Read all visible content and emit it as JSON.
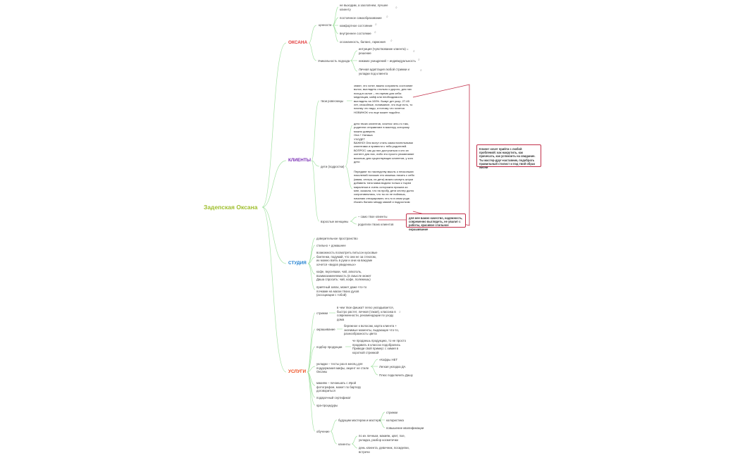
{
  "colors": {
    "branch": "#a6e3a6",
    "root": "#9fbf2e",
    "red": "#e23838",
    "purple": "#7a2fb5",
    "blue": "#1e7fd0",
    "orange": "#ee4a1a",
    "callout": "#c2304a"
  },
  "root": "Задепская Оксана",
  "branches": {
    "oksana": "ОКСАНА",
    "clients": "КЛИЕНТЫ",
    "studio": "СТУДИЯ",
    "services": "УСЛУГИ"
  },
  "oksana": {
    "values": "ценности",
    "v1": "не выходим, а захлопнем, лучшее клиенту",
    "v2": "постоянное самообразование",
    "v3": "комфортное состояние",
    "v4": "внутреннее состояние",
    "v5": "осознанность, баланс, гармония",
    "approach": "Уникальность подхода",
    "a1": "интуиция (чувствование клиента) = решение",
    "a2": "никаких ухищрений – индивидуальность",
    "a3": "Личная адаптация любой стрижки и укладки под клиента"
  },
  "clients": {
    "regulars": "твои ровесницы",
    "regulars_note": "знают, что хотят, важно сохранить состояние волос, выглядеть стильно и дорого, для них поход в салон – это время для себя: медитация, кайф или необходимость выглядеть на 100%. Бывут дет укор, 27-45 лет, спокойные, понимание, что еще есть, то почему что надо, а потому что хочется НОВИНОК что еще может подойти.",
    "kids": "дети (подростки)",
    "kids_note1": "дети твоих клиентов, хочется чего-то там, родители отправляют в мастеру, которому можно доверить\nОна + Наташа\nУХОДЕТ\nВАЖНО! Они могут стать самостоятельными клиентами и привести к тебя родителей. ВОПРОС: как до них достучаться и кто их контент для них, либо это просто упоминание вскользь для существующих клиентов, у кого дети",
    "kids_note2": "Передают по наследству мысль о нескольких поколений похожих это можешь писать с себя (мама, сестра, их дети) можно качнуть штуки добавить типа мама водила только к тыреи миралечки и очень осторожно пришла ко мне, сказала, что на пробу, дети сестер долго сопротивлялись, что ты их не пойлишь, начинаю отпарировать что-то в ином роде. Искать баланс между мамой и подростком",
    "adults": "взрослые женщины",
    "ad1": "– само твое клиенты",
    "ad2": "родители твоих клиентов",
    "callout1": "Клиент хочет прийти с любой проблемой: как накрутить, как причесать, как успокоить на свидание. Ты мастер-друг-наставник, подобрать правильный стилист и под твой образ жизни",
    "callout2": "для нее важно качество, надежность, современно выглядеть, не увалит с работы, красивое стильное окрашивание"
  },
  "studio": {
    "s1": "доверительное пространство",
    "s2": "стильно + домашнее",
    "s3": "возможность посмотреть питьсон кусковые бантенки, подумай, что они не за стеклом, их можно взять в руки и они на вакууме хочется «видов увиденных»",
    "s4": "кофе, вкусняшки, чай, алкоголь, взаимозаменяемость (в смысле может Даша спросить: чай, кофе, полежишь)",
    "s5": "приятный запах, может даже что-то почками на маски твоих духов (ассоциации с тобой)"
  },
  "services": {
    "cut": "стрижки",
    "cut_note": "в чем твое фишка? легко укладывается, быстро растет, личная (такая), классика в современности, рекомендации по уходу дома",
    "color": "окрашивание",
    "color_note": "бережное к волосам, карта клиента + значимые моменты, выдающие что-то, разнообразность цвета",
    "products": "подбор продукции",
    "products_note": "че продаешь продукцию, то не просто продавать в классах подобрались Приведи свой пример: с химия в короткой стрижкой",
    "styling": "укладки – тесты раз в месяц для поддержания мифы, акцент не стиле Оксаны",
    "st1": "«Кофры НЕТ",
    "st2": "Легкая укладка ДА",
    "st3": "Плюс подключить Дашу",
    "makeup": "макияж – почаешать с Ирой фотографом, может по бартеру договориться",
    "gift": "подарочный сертификат",
    "spa": "spa-процедуры",
    "training": "обучение",
    "future": "будущим мастерам и мастера",
    "f1": "стрижки",
    "f2": "колористика",
    "f3": "повышение квалификации",
    "clients_t": "клиенты",
    "c1": "по их личным, макияж, цвет, пое, укладка, разбор косметички",
    "c2": "день клиента, девичник, посиделки, встречи"
  }
}
